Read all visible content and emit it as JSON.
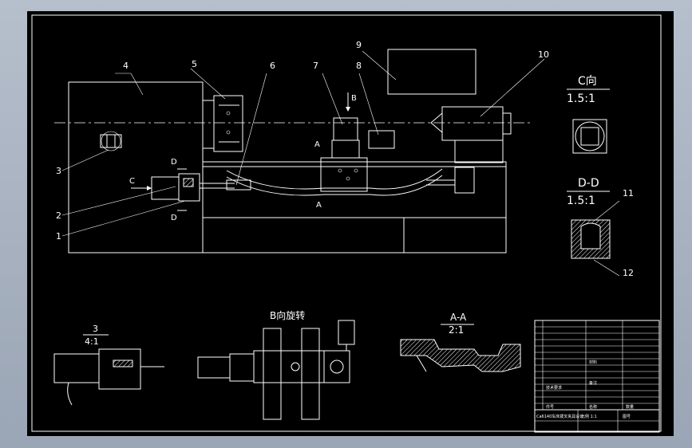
{
  "labels": {
    "part1": "1",
    "part2": "2",
    "part3": "3",
    "part4": "4",
    "part5": "5",
    "part6": "6",
    "part7": "7",
    "part8": "8",
    "part9": "9",
    "part10": "10",
    "part11": "11",
    "part12": "12"
  },
  "arrows": {
    "A": "A",
    "B": "B",
    "C": "C",
    "D": "D"
  },
  "views": {
    "c_view_title": "C向",
    "c_view_scale": "1.5:1",
    "dd_title": "D-D",
    "dd_scale": "1.5:1",
    "detail3_title": "3",
    "detail3_scale": "4:1",
    "b_rot_title": "B向旋转",
    "aa_title": "A-A",
    "aa_scale": "2:1",
    "section_mark": "A"
  },
  "title_block": {
    "rows": [
      "备注",
      "技术要求",
      "件号",
      "名称",
      "数量",
      "材料"
    ],
    "bottom_left": "Ca6140车床拨叉夹具设计",
    "bottom_mid": "比例 1:1",
    "bottom_right": "图号"
  }
}
